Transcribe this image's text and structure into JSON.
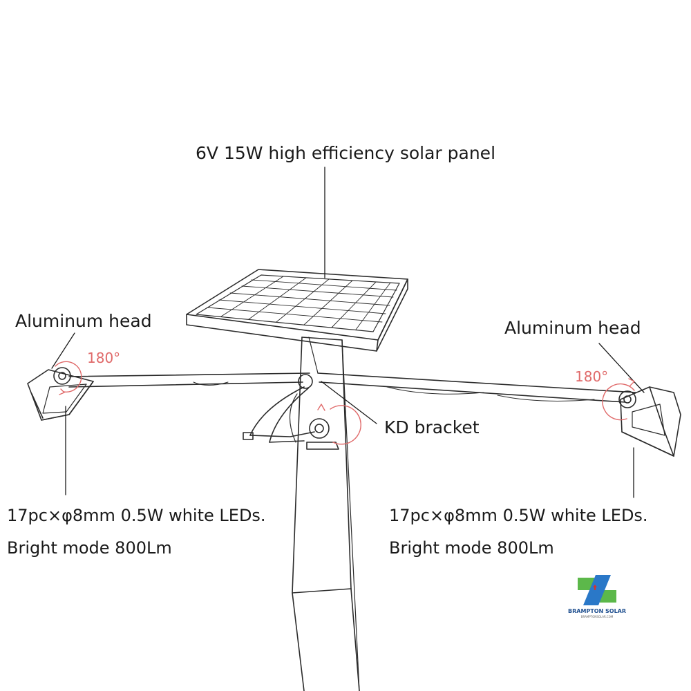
{
  "labels": {
    "solar_panel": "6V 15W high efficiency solar panel",
    "aluminum_head_left": "Aluminum head",
    "aluminum_head_right": "Aluminum head",
    "kd_bracket": "KD bracket",
    "rotation_left": "180°",
    "rotation_right": "180°",
    "led_spec_left_line1": "17pc×φ8mm 0.5W  white LEDs.",
    "led_spec_left_line2": "Bright mode 800Lm",
    "led_spec_right_line1": "17pc×φ8mm 0.5W  white LEDs.",
    "led_spec_right_line2": "Bright mode 800Lm"
  },
  "logo": {
    "name": "BRAMPTON SOLAR",
    "subtitle": "BRAMPTONSOLAR.COM"
  },
  "colors": {
    "line": "#2b2b2b",
    "rotation": "#e06a6a",
    "logo_green": "#5cb84a",
    "logo_blue": "#2a78c8",
    "logo_red": "#d8322a"
  }
}
